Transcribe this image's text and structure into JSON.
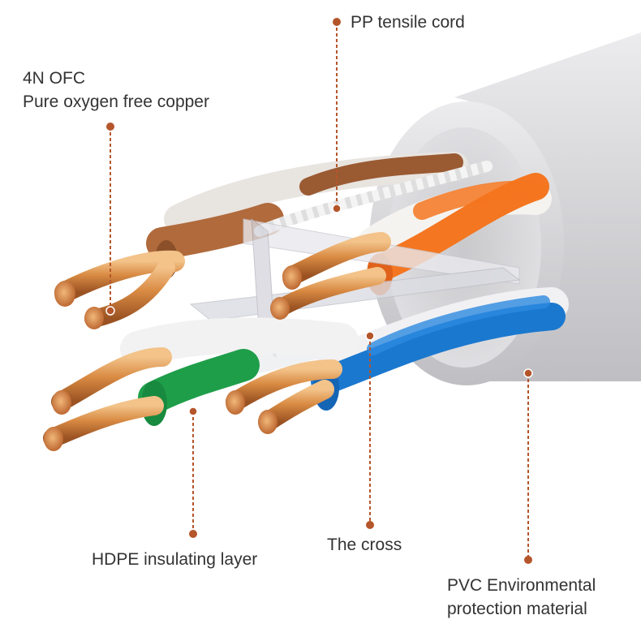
{
  "colors": {
    "leader": "#b5552a",
    "text": "#333333",
    "copper": "#d08a45",
    "jacket": "#d9d9db",
    "orange": "#f47620",
    "blue": "#1b78cf",
    "green": "#1f9e4a",
    "brown": "#9a5a32"
  },
  "annotations": [
    {
      "id": "copper",
      "lines": [
        "4N OFC",
        "Pure oxygen free copper"
      ]
    },
    {
      "id": "pp-cord",
      "lines": [
        "PP tensile cord"
      ]
    },
    {
      "id": "hdpe",
      "lines": [
        "HDPE insulating layer"
      ]
    },
    {
      "id": "cross",
      "lines": [
        "The cross"
      ]
    },
    {
      "id": "pvc",
      "lines": [
        "PVC Environmental",
        "protection material"
      ]
    }
  ]
}
